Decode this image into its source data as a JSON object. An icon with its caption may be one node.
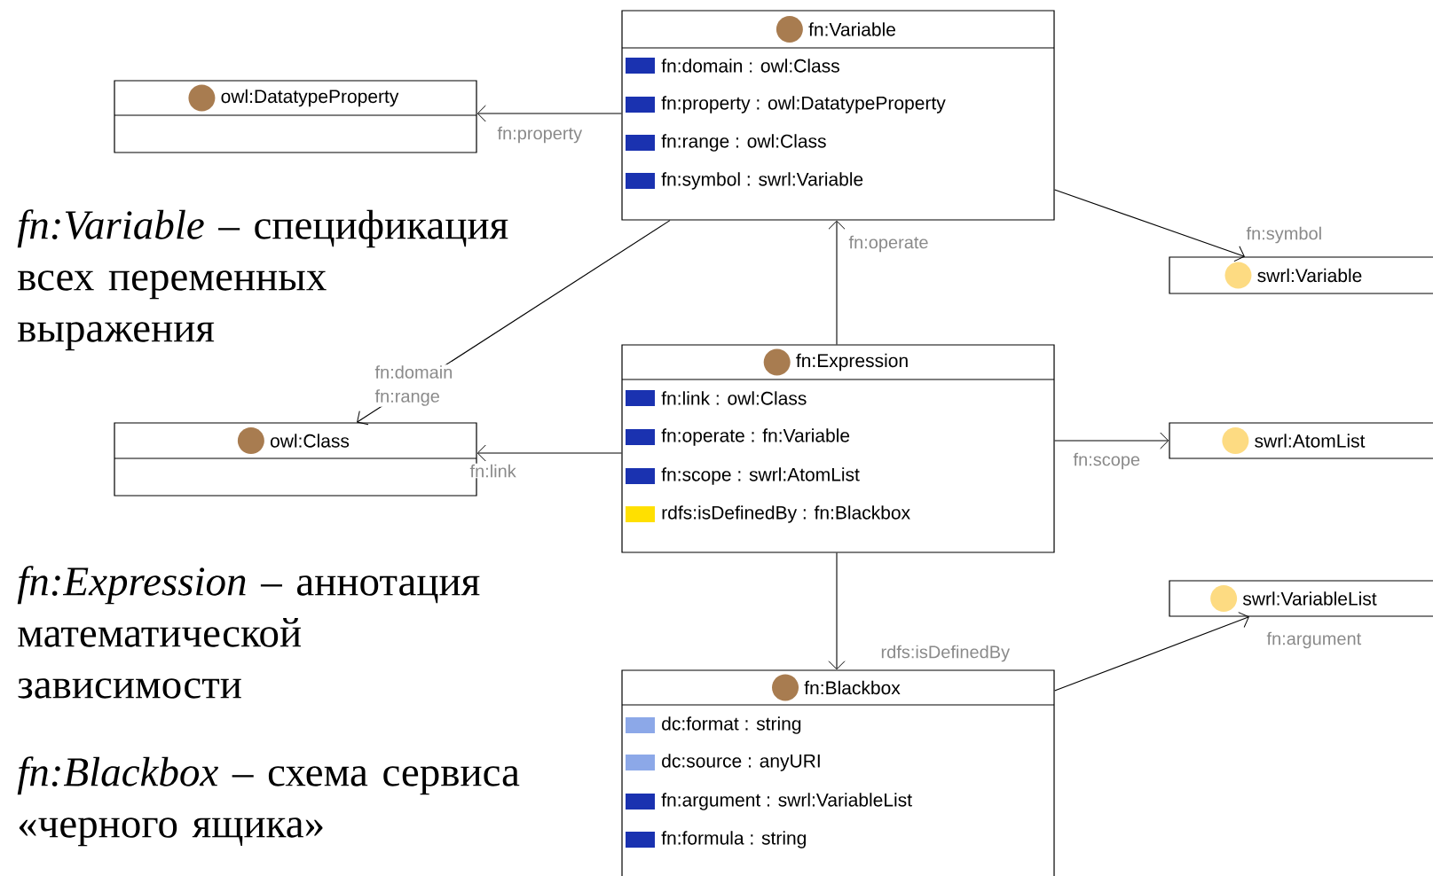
{
  "diagram": {
    "nodes": [
      {
        "text": [
          "fn:Variable",
          "fn:domain : owl:Class",
          "fn:property : owl:DatatypeProperty",
          "fn:range : owl:Class",
          "fn:symbol : swrl:Variable"
        ]
      },
      {
        "text": [
          "owl:DatatypeProperty"
        ]
      },
      {
        "text": [
          "swrl:Variable"
        ]
      },
      {
        "text": [
          "owl:Class"
        ]
      },
      {
        "text": [
          "fn:Expression",
          "fn:link : owl:Class",
          "fn:operate : fn:Variable",
          "fn:scope : swrl:AtomList",
          "rdfs:isDefinedBy : fn:Blackbox"
        ]
      },
      {
        "text": [
          "swrl:AtomList"
        ]
      },
      {
        "text": [
          "swrl:VariableList"
        ]
      },
      {
        "text": [
          "fn:Blackbox",
          "dc:format : string",
          "dc:source : anyURI",
          "fn:argument : swrl:VariableList",
          "fn:formula : string"
        ]
      }
    ],
    "edges": [
      {
        "from": 0,
        "to": 1,
        "arrow": "to",
        "label": "fn:property"
      },
      {
        "from": 0,
        "to": 2,
        "arrow": "to",
        "label": "fn:symbol"
      },
      {
        "from": 0,
        "to": 3,
        "arrow": "to",
        "label": "fn:domain fn:range"
      },
      {
        "from": 4,
        "to": 0,
        "arrow": "to",
        "label": "fn:operate"
      },
      {
        "from": 4,
        "to": 3,
        "arrow": "to",
        "label": "fn:link"
      },
      {
        "from": 4,
        "to": 5,
        "arrow": "to",
        "label": "fn:scope"
      },
      {
        "from": 4,
        "to": 7,
        "arrow": "to",
        "label": "rdfs:isDefinedBy"
      },
      {
        "from": 7,
        "to": 6,
        "arrow": "to",
        "label": "fn:argument"
      }
    ],
    "labels": [
      "*fn:Variable* – спецификация всех переменных выражения",
      "*fn:Expression* – аннотация математической зависимости",
      "*fn:Blackbox* – схема сервиса «черного ящика»"
    ]
  }
}
